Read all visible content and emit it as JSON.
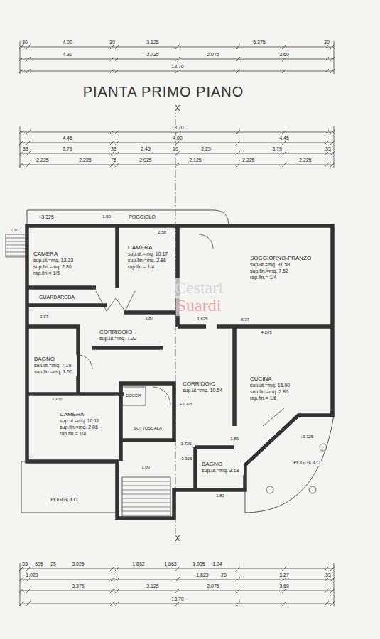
{
  "diagram": {
    "title": "PIANTA PRIMO PIANO",
    "nodes": [
      {
        "text": [
          "CAMERA",
          "sup.ut.=mq. 13.33",
          "sup.fin.=mq. 2.86",
          "rap.fin.= 1/5"
        ]
      },
      {
        "text": [
          "CAMERA",
          "sup.ut.=mq. 10.17",
          "sup.fin.=mq. 2.86",
          "rap.fin.= 1/4"
        ]
      },
      {
        "text": [
          "SOGGIORNO-PRANZO",
          "sup.ut.=mq. 31.58",
          "sup.fin.=mq. 7.52",
          "rap.fin.= 1/4"
        ]
      },
      {
        "text": [
          "BAGNO",
          "sup.ut.=mq. 7.19",
          "sup.fin.=mq. 1.56"
        ]
      },
      {
        "text": [
          "CORRIDOIO",
          "sup.ut.=mq. 7.22"
        ]
      },
      {
        "text": [
          "CORRIDOIO",
          "sup.ut.=mq. 10.54"
        ]
      },
      {
        "text": [
          "CUCINA",
          "sup.ut.=mq. 15.90",
          "sup.fin.=mq. 2.86",
          "rap.fin.= 1/6"
        ]
      },
      {
        "text": [
          "CAMERA",
          "sup.ut.=mq. 10.11",
          "sup.fin.=mq. 2.86",
          "rap.fin.= 1/4"
        ]
      },
      {
        "text": [
          "BAGNO",
          "sup.ut.=mq. 3.18"
        ]
      }
    ],
    "labels": [
      "30",
      "4.00",
      "30",
      "3.125",
      "5.375",
      "30",
      "4.30",
      "3.725",
      "2.075",
      "3.60",
      "13.70",
      "X",
      "13.70",
      "4.45",
      "4.80",
      "4.45",
      "33",
      "3.79",
      "33",
      "2.45",
      "10",
      "2.25",
      "3.79",
      "33",
      "2.225",
      "2.225",
      "75",
      "2.925",
      "2.125",
      "2.225",
      "2.225",
      "+3.325",
      "POGGIOLO",
      "1.50",
      "1.10",
      "2.58",
      "GUARDAROBA",
      "3.87",
      "3.97",
      "1.625",
      "6.37",
      "4.245",
      "3.105",
      "DOCCIA",
      "SOTTOSCALA",
      "+3.325",
      "1.725",
      "1.00",
      "+3.325",
      "1.85",
      "1.80",
      "+3.325",
      "POGGIOLO",
      "POGGIOLO",
      "Cestari",
      "Suardi",
      "X",
      "33",
      "695",
      "25",
      "3.025",
      "1.862",
      "1.863",
      "1.035",
      "1.04",
      "1.025",
      "1.825",
      "25",
      "3.27",
      "33",
      "3.375",
      "3.125",
      "2.075",
      "3.60",
      "13.70"
    ]
  }
}
